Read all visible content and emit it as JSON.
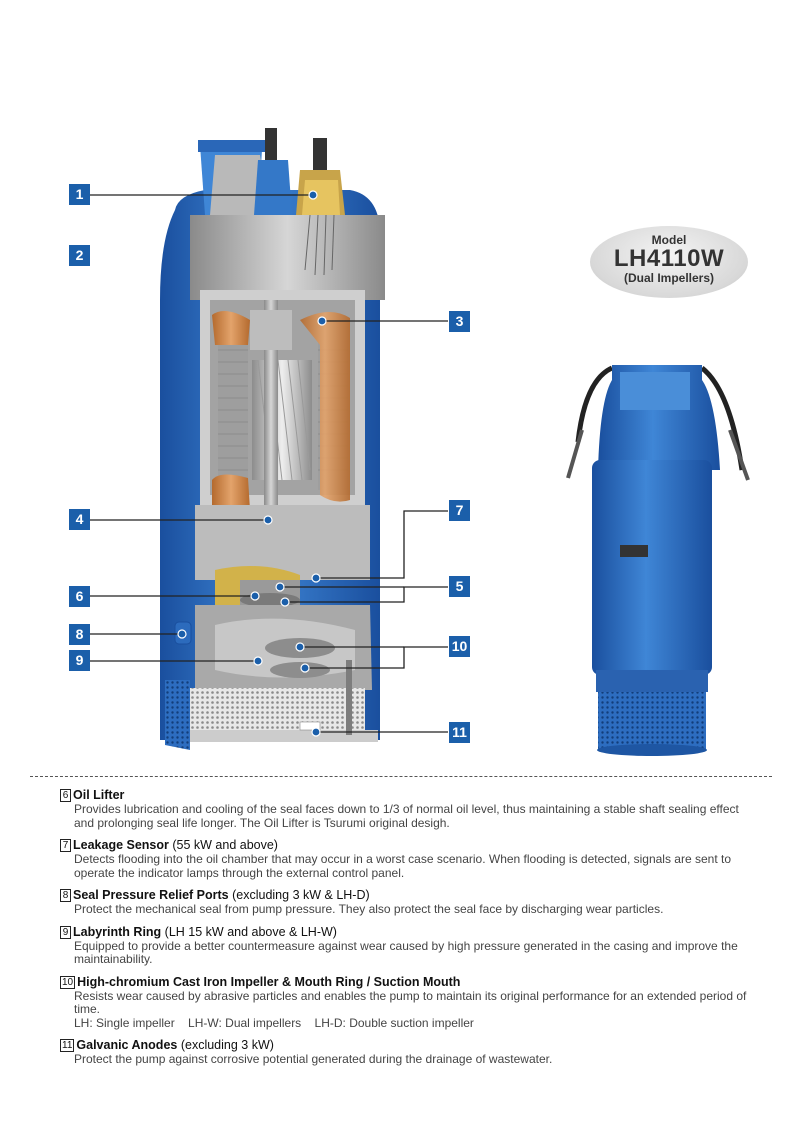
{
  "callouts": [
    "1",
    "2",
    "3",
    "4",
    "5",
    "6",
    "7",
    "8",
    "9",
    "10",
    "11"
  ],
  "model": {
    "label": "Model",
    "name": "LH4110W",
    "subtitle": "(Dual Impellers)"
  },
  "features": [
    {
      "num": "6",
      "title": "Oil Lifter",
      "note": "",
      "desc": [
        "Provides lubrication and cooling of the seal faces down to 1/3 of normal oil level, thus maintaining a stable shaft sealing effect and prolonging seal life longer. The Oil Lifter is Tsurumi original desigh."
      ]
    },
    {
      "num": "7",
      "title": "Leakage Sensor",
      "note": " (55 kW and above)",
      "desc": [
        "Detects flooding into the oil chamber that may occur in a worst case scenario. When flooding is detected, signals are sent to operate the indicator lamps through the external control panel."
      ]
    },
    {
      "num": "8",
      "title": "Seal Pressure Relief Ports",
      "note": " (excluding 3 kW & LH-D)",
      "desc": [
        "Protect the mechanical seal from pump pressure. They also protect the seal face by discharging wear particles."
      ]
    },
    {
      "num": "9",
      "title": "Labyrinth Ring",
      "note": " (LH 15 kW and above & LH-W)",
      "desc": [
        "Equipped to provide a better countermeasure against wear caused by high pressure generated in the casing and improve the maintainability."
      ]
    },
    {
      "num": "10",
      "title": "High-chromium Cast Iron Impeller & Mouth Ring / Suction Mouth",
      "note": "",
      "desc": [
        "Resists wear caused by abrasive particles and enables the pump to maintain its original performance for an extended period of time.",
        "LH: Single impeller    LH-W: Dual impellers    LH-D: Double suction impeller"
      ]
    },
    {
      "num": "11",
      "title": "Galvanic Anodes",
      "note": " (excluding 3 kW)",
      "desc": [
        "Protect the pump against corrosive potential generated during the drainage of wastewater."
      ]
    }
  ]
}
